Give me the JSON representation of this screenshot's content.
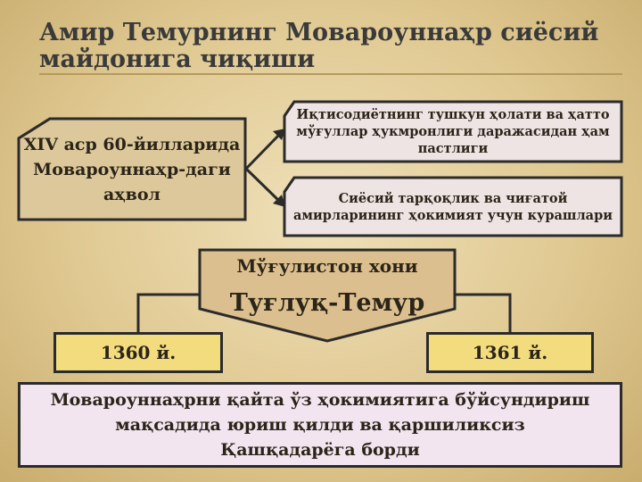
{
  "title": "Амир Темурнинг Мовароуннаҳр сиёсий майдонига чиқиши",
  "left_box": {
    "text": "XIV аср 60-йилларида Мовароуннаҳр-даги аҳвол"
  },
  "right_top": {
    "text": "Иқтисодиётнинг тушкун ҳолати ва ҳатто мўғуллар ҳукмронлиги даражасидан ҳам пастлиги"
  },
  "right_bottom": {
    "text": "Сиёсий тарқоқлик ва чиғатой амирларининг ҳокимият учун курашлари"
  },
  "center": {
    "line1": "Мўғулистон хони",
    "line2": "Туғлуқ-Темур"
  },
  "year_left": "1360 й.",
  "year_right": "1361 й.",
  "summary": "Мовароуннаҳрни қайта ўз ҳокимиятига бўйсундириш мақсадида юриш қилди ва қаршиликсиз Қашқадарёга борди",
  "colors": {
    "background": "#e0c992",
    "left_box": "#dcc89a",
    "info_box": "#eee4e4",
    "center_box": "#dcbf8e",
    "year_box": "#f3dc7e",
    "summary_box": "#f2e5f0",
    "border": "#2b2b2b"
  }
}
